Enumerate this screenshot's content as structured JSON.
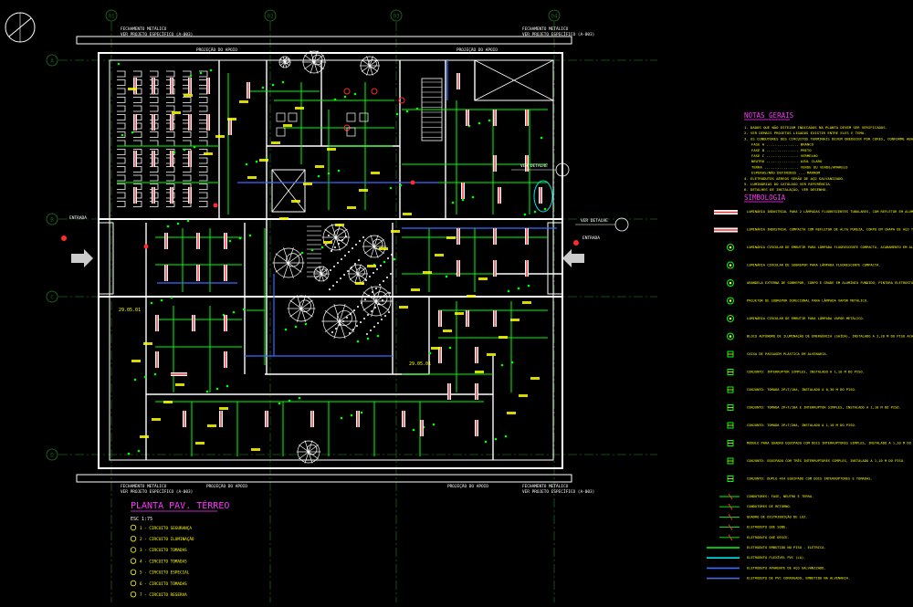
{
  "drawing": {
    "main_title": "PLANTA PAV. TÉRREO",
    "scale": "ESC 1:75",
    "grid_columns": [
      "01",
      "02",
      "03",
      "04"
    ],
    "grid_rows": [
      "A",
      "B",
      "C",
      "D"
    ],
    "top_labels": [
      {
        "line1": "FECHAMENTO METÁLICO",
        "line2": "VER PROJETO ESPECÍFICO (A-003)"
      },
      {
        "line1": "FECHAMENTO METÁLICO",
        "line2": "VER PROJETO ESPECÍFICO (A-003)"
      }
    ],
    "top_projection_labels": [
      "PROJEÇÃO DO APOIO",
      "PROJEÇÃO DO APOIO"
    ],
    "bottom_labels": [
      {
        "line1": "FECHAMENTO METÁLICO",
        "line2": "VER PROJETO ESPECÍFICO (A-003)"
      },
      {
        "line1": "FECHAMENTO METÁLICO",
        "line2": "VER PROJETO ESPECÍFICO (A-003)"
      }
    ],
    "bottom_projection_labels": [
      "PROJEÇÃO DO APOIO",
      "PROJEÇÃO DO APOIO"
    ],
    "entry_labels": [
      "ENTRADA",
      "ENTRADA"
    ],
    "detail_labels": [
      "VER DETALHE",
      "VER DETALHE"
    ],
    "room_tags": [
      "29.05.01",
      "29.05.01"
    ]
  },
  "notes": {
    "title": "NOTAS GERAIS",
    "items": [
      "1. DADOS QUE NÃO ESTEJAM INDICADOS NA PLANTA DEVEM SER VERIFICADOS.",
      "2. VER DEMAIS PROJETOS LIGADOS EXISTIR ENTRE ELES E TEMA.",
      "3. OS CONDUTORES DOS CIRCUITOS TERMINAIS DEVEM OBEDECER POR CORES, CONFORME ABAIXO INDICADO:",
      "FASE A ............... BRANCO",
      "FASE B ............... PRETO",
      "FASE C ............... VERMELHO",
      "NEUTRO ............... AZUL CLARO",
      "TERRA ................ VERDE OU VERDE/AMARELO",
      "ESPERAS/NÃO DEFINIDOS ... MARROM",
      "4. ELETRODUTOS AÉREOS SERÃO DE AÇO GALVANIZADO.",
      "5. LUMINÁRIAS DO CATÁLOGO VER REFERÊNCIA.",
      "6. DETALHES DE INSTALAÇÃO, VER DESENHO."
    ]
  },
  "legend": {
    "title": "SIMBOLOGIA",
    "items": [
      {
        "icon": "luminaire-double-tube-icon",
        "text": "LUMINÁRIA INDUSTRIAL PARA 2 LÂMPADAS FLUORESCENTES TUBULARES, COM REFLETOR EM ALUMÍNIO ANODIZADO, INSTALADA SOBREPOR."
      },
      {
        "icon": "luminaire-single-tube-icon",
        "text": "LUMINÁRIA INDUSTRIAL COMPACTA COM REFLETOR DE ALTA PUREZA, CORPO EM CHAPA DE AÇO TRATADA E PINTADA."
      },
      {
        "icon": "circular-luminaire-icon",
        "text": "LUMINÁRIA CIRCULAR DE EMBUTIR PARA LÂMPADA FLUORESCENTE COMPACTA, ACABAMENTO EM ALUMÍNIO."
      },
      {
        "icon": "spot-luminaire-icon",
        "text": "LUMINÁRIA CIRCULAR DE SOBREPOR PARA LÂMPADA FLUORESCENTE COMPACTA."
      },
      {
        "icon": "wall-luminaire-icon",
        "text": "ARANDELA EXTERNA DE SOBREPOR, CORPO E GRADE EM ALUMÍNIO FUNDIDO, PINTURA ELETROSTÁTICA."
      },
      {
        "icon": "projector-icon",
        "text": "PROJETOR DE SOBREPOR DIRECIONAL PARA LÂMPADA VAPOR METÁLICO."
      },
      {
        "icon": "pendant-luminaire-icon",
        "text": "LUMINÁRIA CIRCULAR DE EMBUTIR PARA LÂMPADA VAPOR METÁLICO."
      },
      {
        "icon": "emergency-light-icon",
        "text": "BLOCO AUTÔNOMO DE ILUMINAÇÃO DE EMERGÊNCIA (SAÍDA), INSTALADO A 2,20 M DO PISO ACABADO."
      },
      {
        "icon": "junction-box-icon",
        "text": "CAIXA DE PASSAGEM PLÁSTICA EM ALVENARIA."
      },
      {
        "icon": "switch-simple-icon",
        "text": "CONJUNTO: INTERRUPTOR SIMPLES, INSTALADO A 1,10 M DO PISO."
      },
      {
        "icon": "outlet-low-icon",
        "text": "CONJUNTO: TOMADA 2P+T/10A, INSTALADO A 0,30 M DO PISO."
      },
      {
        "icon": "outlet-mid-icon",
        "text": "CONJUNTO: TOMADA 2P+T/10A E INTERRUPTOR SIMPLES, INSTALADO A 1,10 M DO PISO."
      },
      {
        "icon": "outlet-high-icon",
        "text": "CONJUNTO: TOMADA 2P+T/20A, INSTALADO A 1,10 M DO PISO."
      },
      {
        "icon": "module-box-icon",
        "text": "MÓDULO PARA QUADRO EQUIPADO COM DOIS INTERRUPTORES SIMPLES, INSTALADO A 1,10 M DO PISO."
      },
      {
        "icon": "module-triple-icon",
        "text": "CONJUNTO: EQUIPADO COM TRÊS INTERRUPTORES SIMPLES, INSTALADO A 1,10 M DO PISO."
      },
      {
        "icon": "module-double-icon",
        "text": "CONJUNTO: DUPLO 4X4 EQUIPADO COM DOIS INTERRUPTORES E TOMADAS."
      },
      {
        "icon": "conductor-fase-icon",
        "text": "CONDUTORES: FASE, NEUTRO E TERRA."
      },
      {
        "icon": "conductor-return-icon",
        "text": "CONDUTORES DE RETORNO."
      },
      {
        "icon": "panel-icon",
        "text": "QUADRO DE DISTRIBUIÇÃO DE LUZ."
      },
      {
        "icon": "conduit-up-icon",
        "text": "ELETRODUTO QUE SOBE."
      },
      {
        "icon": "conduit-down-icon",
        "text": "ELETRODUTO QUE DESCE."
      },
      {
        "icon": "conduit-floor-icon",
        "text": "ELETRODUTO EMBUTIDO NO PISO - ELÉTRICA."
      },
      {
        "icon": "conduit-flex-icon",
        "text": "ELETRODUTO FLEXÍVEL PVC (LA)."
      },
      {
        "icon": "conduit-steel-icon",
        "text": "ELETRODUTO APARENTE DE AÇO GALVANIZADO."
      },
      {
        "icon": "conduit-wall-icon",
        "text": "ELETRODUTO DE PVC CORRUGADO, EMBUTIDO NA ALVENARIA."
      }
    ]
  },
  "circuit_table": {
    "rows": [
      "1 - CIRCUITO SEGURANÇA",
      "2 - CIRCUITO ILUMINAÇÃO",
      "3 - CIRCUITO TOMADAS",
      "4 - CIRCUITO TOMADAS",
      "5 - CIRCUITO ESPECIAL",
      "6 - CIRCUITO TOMADAS",
      "7 - CIRCUITO RESERVA"
    ]
  },
  "colors": {
    "background": "#000000",
    "wall": "#ffffff",
    "grid_line": "#1c5f1c",
    "wiring": "#00ff00",
    "label": "#ffff00",
    "luminaire_body": "#ffffff",
    "luminaire_accent": "#ff2a2a",
    "title_magenta": "#ff33ff",
    "conduit_blue": "#3a6bff",
    "cyan": "#00e5e5"
  }
}
